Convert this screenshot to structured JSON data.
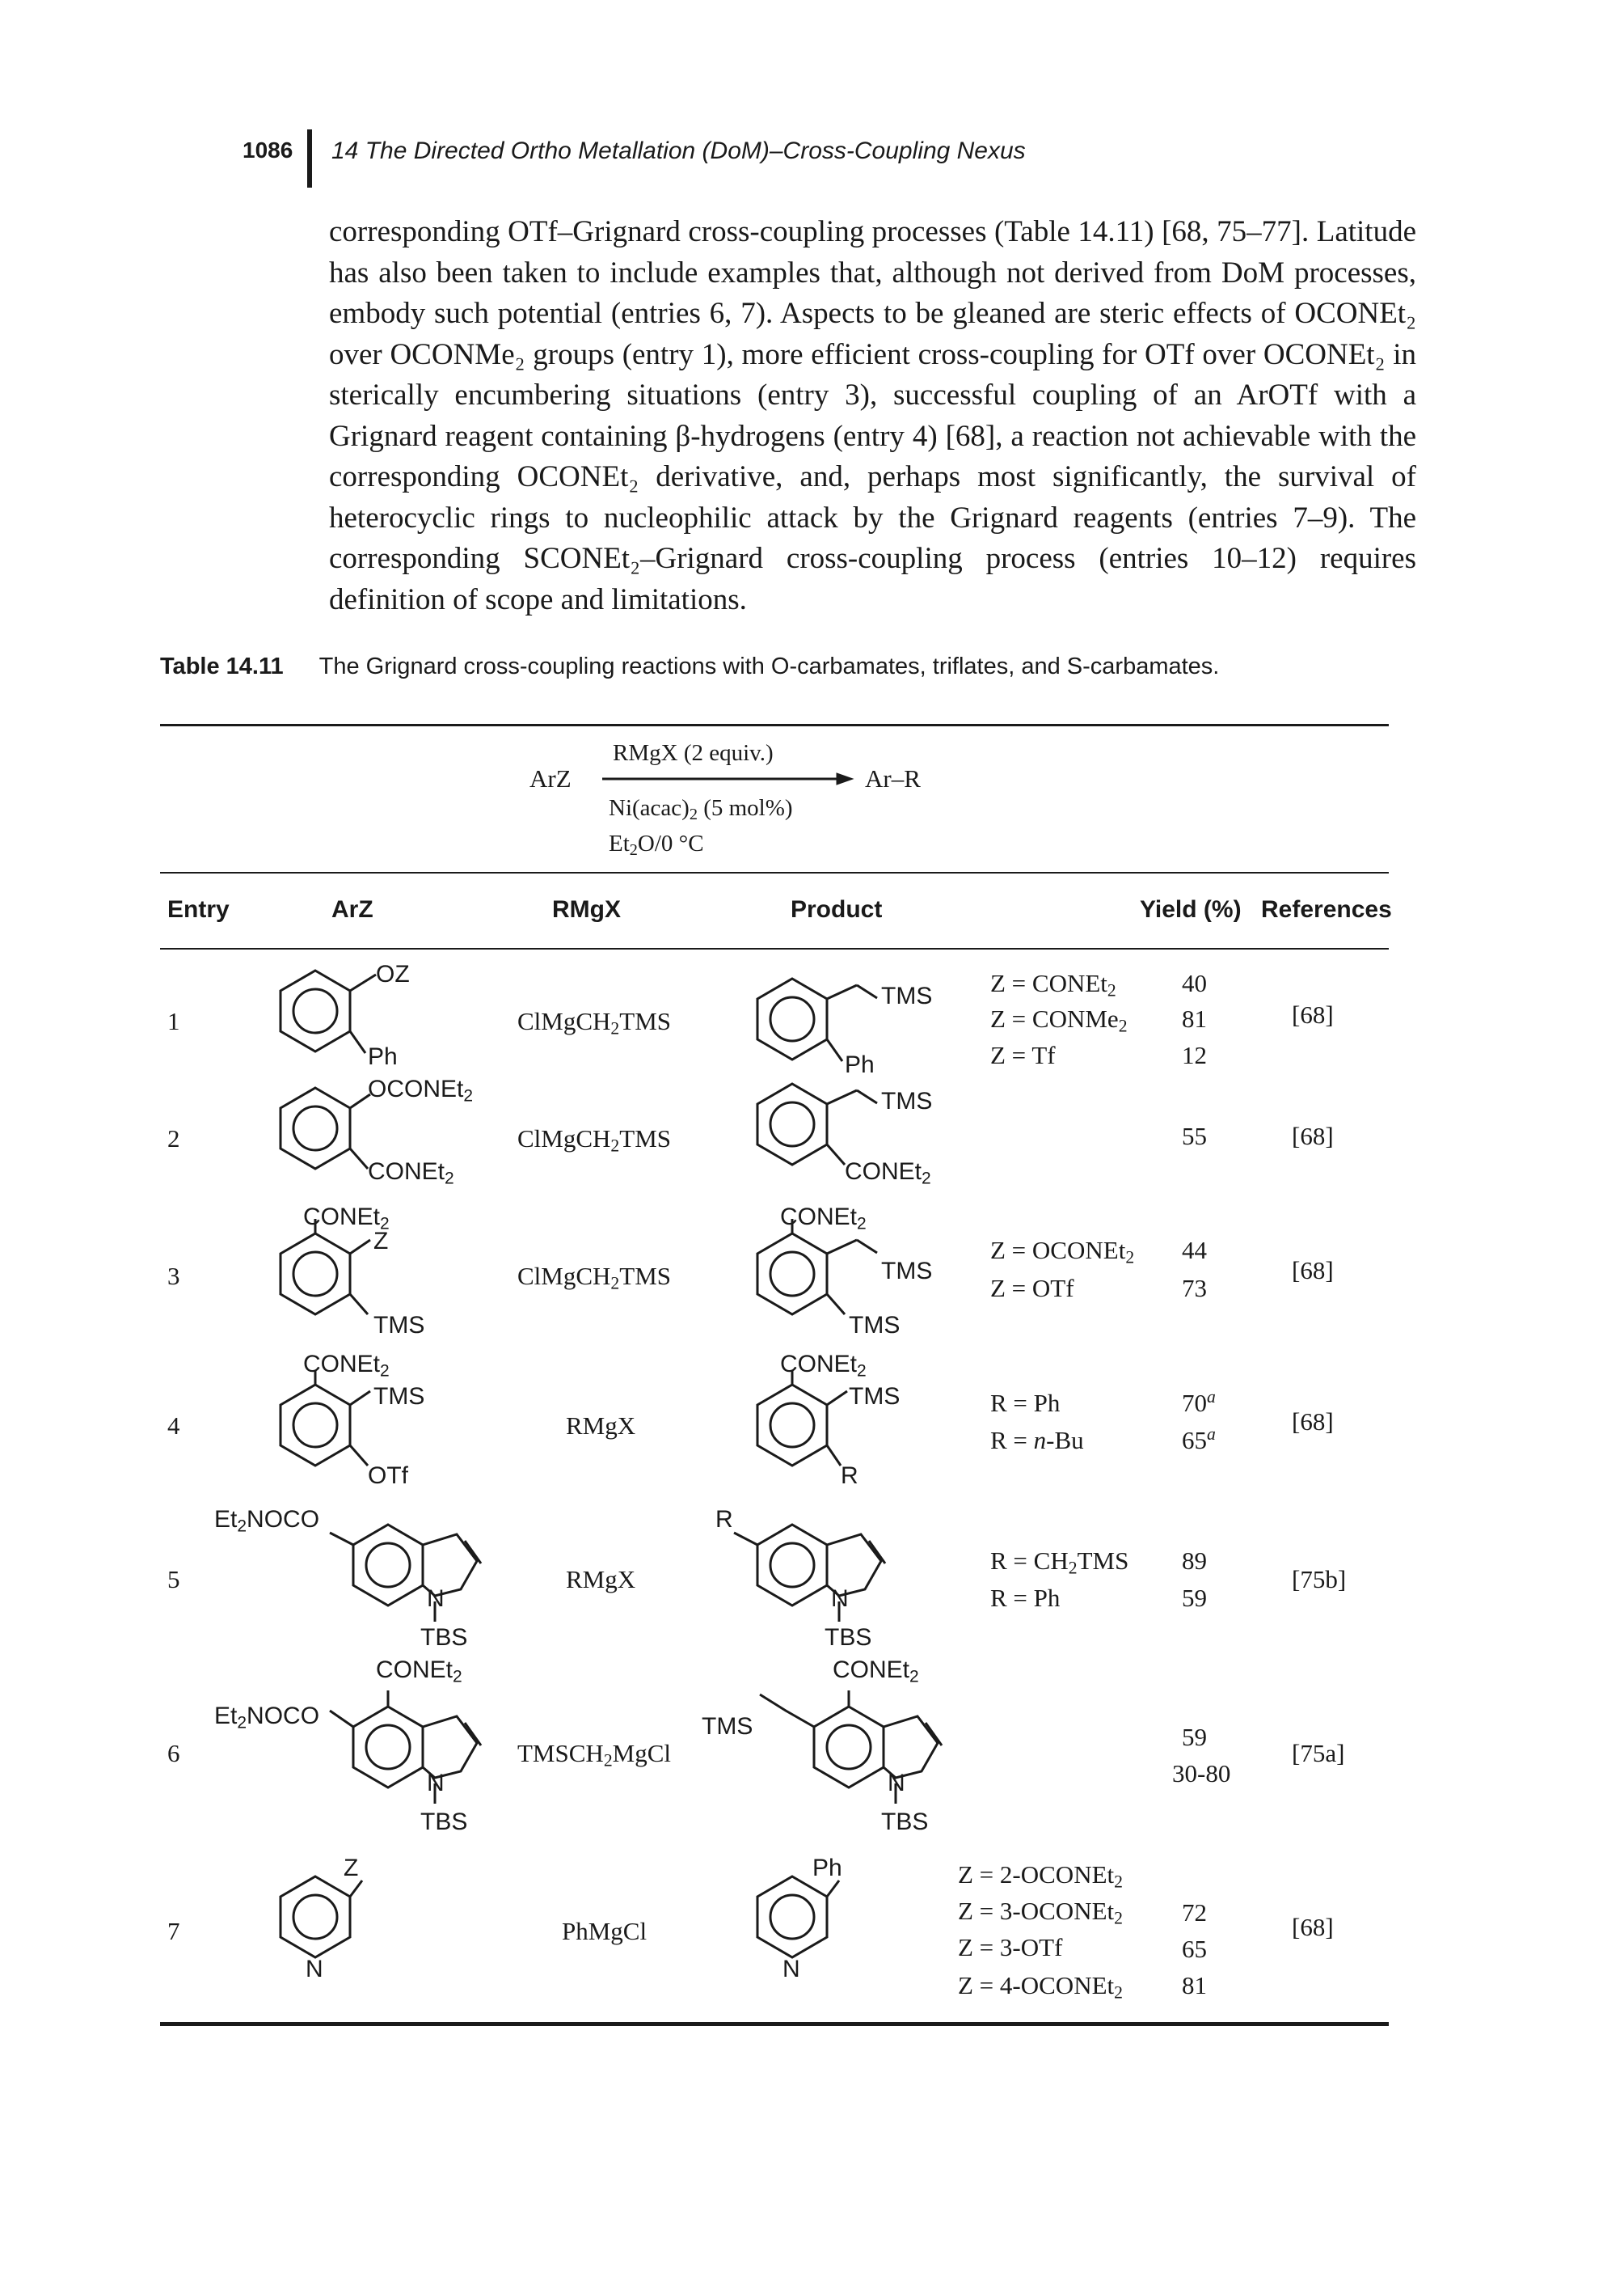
{
  "header": {
    "page_number": "1086",
    "running_head": "14 The Directed Ortho Metallation (DoM)–Cross-Coupling Nexus"
  },
  "body": {
    "paragraph": "corresponding OTf–Grignard cross-coupling processes (Table 14.11) [68, 75–77]. Latitude has also been taken to include examples that, although not derived from DoM processes, embody such potential (entries 6, 7). Aspects to be gleaned are steric effects of OCONEt₂ over OCONMe₂ groups (entry 1), more efficient cross-coupling for OTf over OCONEt₂ in sterically encumbering situations (entry 3), successful coupling of an ArOTf with a Grignard reagent containing β-hydrogens (entry 4) [68], a reaction not achievable with the corresponding OCONEt₂ derivative, and, perhaps most significantly, the survival of heterocyclic rings to nucleophilic attack by the Grignard reagents (entries 7–9). The corresponding SCONEt₂–Grignard cross-coupling process (entries 10–12) requires definition of scope and limitations."
  },
  "table": {
    "label": "Table 14.11",
    "caption": "The Grignard cross-coupling reactions with O-carbamates, triflates, and S-carbamates.",
    "scheme": {
      "reactant": "ArZ",
      "reagent": "RMgX (2 equiv.)",
      "catalyst": "Ni(acac)₂ (5 mol%)",
      "solvent": "Et₂O/0 °C",
      "product": "Ar–R"
    },
    "columns": [
      "Entry",
      "ArZ",
      "RMgX",
      "Product",
      "Yield (%)",
      "References"
    ],
    "rows": [
      {
        "entry": "1",
        "arz": {
          "sub1": "OZ",
          "sub2": "Ph"
        },
        "rmgx": "ClMgCH₂TMS",
        "product": {
          "sub1": "TMS",
          "sub2": "Ph"
        },
        "conditions": [
          "Z = CONEt₂",
          "Z = CONMe₂",
          "Z = Tf"
        ],
        "yields": [
          "40",
          "81",
          "12"
        ],
        "ref": "[68]"
      },
      {
        "entry": "2",
        "arz": {
          "sub1": "OCONEt₂",
          "sub2": "CONEt₂"
        },
        "rmgx": "ClMgCH₂TMS",
        "product": {
          "sub1": "TMS",
          "sub2": "CONEt₂"
        },
        "conditions": [],
        "yields": [
          "55"
        ],
        "ref": "[68]"
      },
      {
        "entry": "3",
        "arz": {
          "top": "CONEt₂",
          "sub1": "Z",
          "sub2": "TMS"
        },
        "rmgx": "ClMgCH₂TMS",
        "product": {
          "top": "CONEt₂",
          "sub1": "TMS",
          "sub2": "TMS"
        },
        "conditions": [
          "Z = OCONEt₂",
          "Z = OTf"
        ],
        "yields": [
          "44",
          "73"
        ],
        "ref": "[68]"
      },
      {
        "entry": "4",
        "arz": {
          "top": "CONEt₂",
          "sub1": "TMS",
          "sub2": "OTf"
        },
        "rmgx": "RMgX",
        "product": {
          "top": "CONEt₂",
          "sub1": "TMS",
          "sub2": "R"
        },
        "conditions": [
          "R = Ph",
          "R = n-Bu"
        ],
        "yields": [
          "70",
          "65"
        ],
        "yield_note": "a",
        "ref": "[68]"
      },
      {
        "entry": "5",
        "arz": {
          "sub1": "Et₂NOCO",
          "n": "N",
          "np": "TBS"
        },
        "rmgx": "RMgX",
        "product": {
          "sub1": "R",
          "n": "N",
          "np": "TBS"
        },
        "conditions": [
          "R = CH₂TMS",
          "R = Ph"
        ],
        "yields": [
          "89",
          "59"
        ],
        "ref": "[75b]"
      },
      {
        "entry": "6",
        "arz": {
          "top": "CONEt₂",
          "sub1": "Et₂NOCO",
          "n": "N",
          "np": "TBS"
        },
        "rmgx": "TMSCH₂MgCl",
        "product": {
          "top": "CONEt₂",
          "sub1": "TMS",
          "n": "N",
          "np": "TBS"
        },
        "conditions": [],
        "yields": [
          "59",
          "30-80"
        ],
        "ref": "[75a]"
      },
      {
        "entry": "7",
        "arz": {
          "sub1": "Z",
          "n": "N"
        },
        "rmgx": "PhMgCl",
        "product": {
          "sub1": "Ph",
          "n": "N"
        },
        "conditions": [
          "Z = 2-OCONEt₂",
          "Z = 3-OCONEt₂",
          "Z = 3-OTf",
          "Z = 4-OCONEt₂"
        ],
        "yields": [
          "72",
          "65",
          "81"
        ],
        "ref": "[68]"
      }
    ]
  }
}
